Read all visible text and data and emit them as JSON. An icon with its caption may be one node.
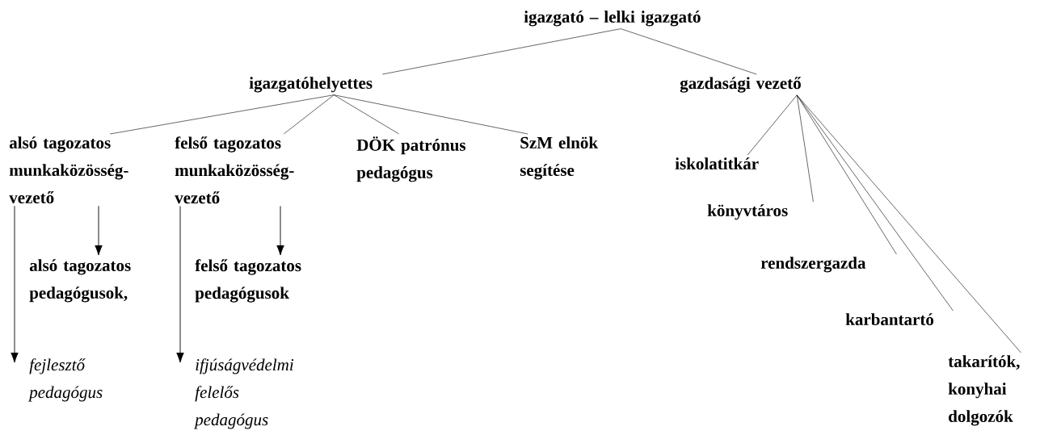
{
  "diagram": {
    "nodes": [
      {
        "text": [
          "igazgató – lelki igazgató"
        ]
      },
      {
        "text": [
          "igazgatóhelyettes"
        ]
      },
      {
        "text": [
          "gazdasági vezető"
        ]
      },
      {
        "text": [
          "alsó tagozatos munkaközösség-vezető"
        ]
      },
      {
        "text": [
          "felső tagozatos munkaközösség-vezető"
        ]
      },
      {
        "text": [
          "DÖK patrónus pedagógus"
        ]
      },
      {
        "text": [
          "SzM elnök segítése"
        ]
      },
      {
        "text": [
          "iskolatitkár"
        ]
      },
      {
        "text": [
          "könyvtáros"
        ]
      },
      {
        "text": [
          "rendszergazda"
        ]
      },
      {
        "text": [
          "karbantartó"
        ]
      },
      {
        "text": [
          "takarítók, konyhai dolgozók"
        ]
      },
      {
        "text": [
          "alsó tagozatos pedagógusok,"
        ]
      },
      {
        "text": [
          "fejlesztő pedagógus"
        ]
      },
      {
        "text": [
          "felső tagozatos pedagógusok"
        ]
      },
      {
        "text": [
          "ifjúságvédelmi felelős pedagógus"
        ]
      }
    ],
    "edges": [
      {
        "from": 0,
        "to": 1,
        "arrow": "none"
      },
      {
        "from": 0,
        "to": 2,
        "arrow": "none"
      },
      {
        "from": 1,
        "to": 3,
        "arrow": "none"
      },
      {
        "from": 1,
        "to": 4,
        "arrow": "none"
      },
      {
        "from": 1,
        "to": 5,
        "arrow": "none"
      },
      {
        "from": 1,
        "to": 6,
        "arrow": "none"
      },
      {
        "from": 2,
        "to": 7,
        "arrow": "none"
      },
      {
        "from": 2,
        "to": 8,
        "arrow": "none"
      },
      {
        "from": 2,
        "to": 9,
        "arrow": "none"
      },
      {
        "from": 2,
        "to": 10,
        "arrow": "none"
      },
      {
        "from": 2,
        "to": 11,
        "arrow": "none"
      },
      {
        "from": 3,
        "to": 12,
        "arrow": "to"
      },
      {
        "from": 3,
        "to": 13,
        "arrow": "to"
      },
      {
        "from": 4,
        "to": 14,
        "arrow": "to"
      },
      {
        "from": 4,
        "to": 15,
        "arrow": "to"
      }
    ]
  }
}
